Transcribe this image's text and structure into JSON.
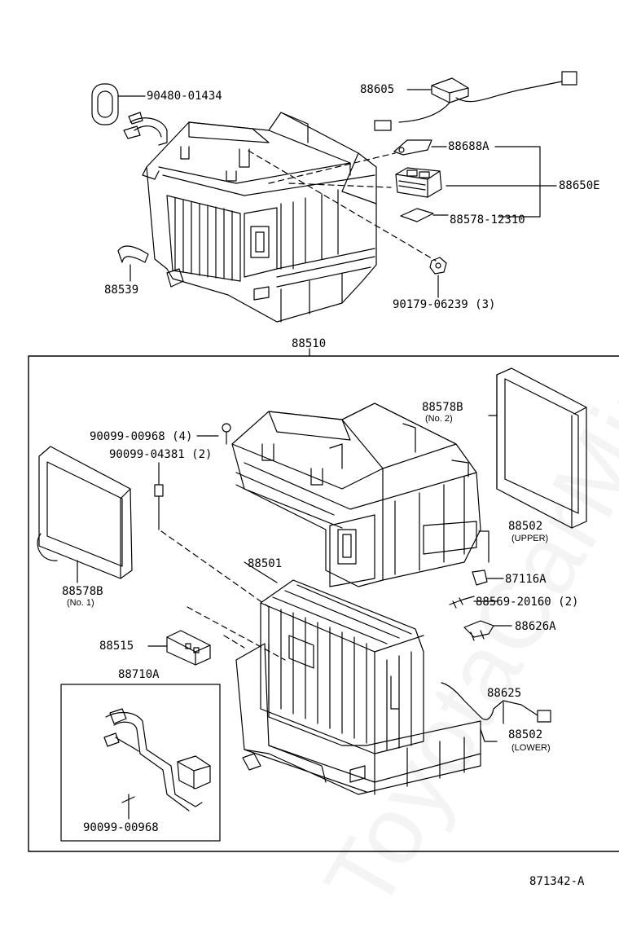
{
  "diagram": {
    "code": "871342-A",
    "watermark": "ToyotaCarMine.ru",
    "parts": {
      "p90480": "90480-01434",
      "p88605": "88605",
      "p88688a": "88688A",
      "p88650e": "88650E",
      "p88578_12310": "88578-12310",
      "p88539": "88539",
      "p90179": "90179-06239 (3)",
      "p88510": "88510",
      "p90099_00968_4": "90099-00968 (4)",
      "p90099_04381": "90099-04381 (2)",
      "p88578b_2": "88578B",
      "p88578b_2_sub": "(No. 2)",
      "p88502_upper": "88502",
      "p88502_upper_sub": "(UPPER)",
      "p88578b_1": "88578B",
      "p88578b_1_sub": "(No. 1)",
      "p88501": "88501",
      "p87116a": "87116A",
      "p88569": "88569-20160 (2)",
      "p88626a": "88626A",
      "p88515": "88515",
      "p88710a": "88710A",
      "p88625": "88625",
      "p88502_lower": "88502",
      "p88502_lower_sub": "(LOWER)",
      "p90099_00968": "90099-00968"
    }
  }
}
